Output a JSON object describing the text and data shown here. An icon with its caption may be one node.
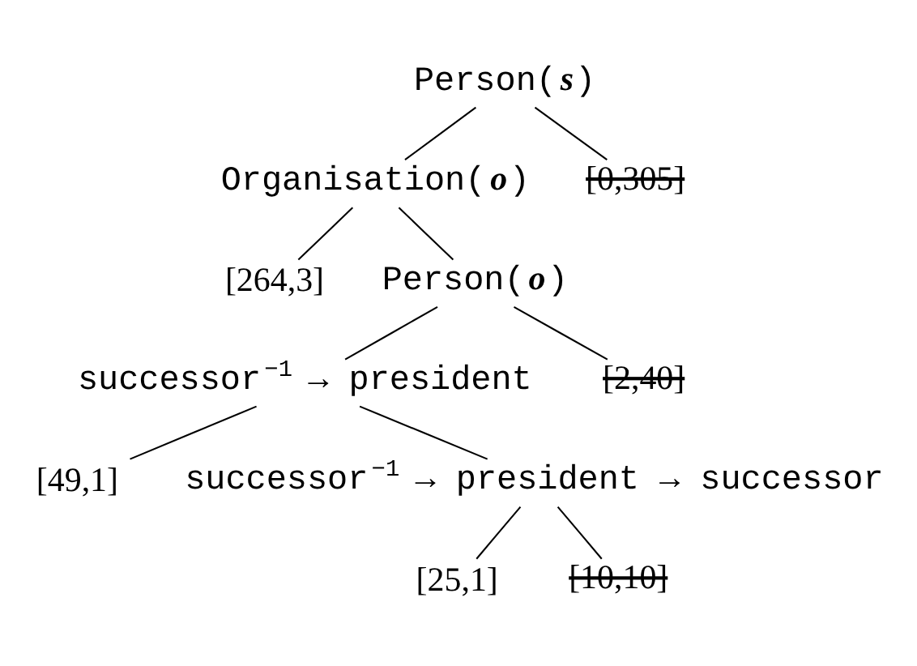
{
  "diagram": {
    "nodes": [
      {
        "text": [
          "Person(*s*)"
        ]
      },
      {
        "text": [
          "Organisation(*o*)"
        ]
      },
      {
        "text": [
          "[0,305]"
        ]
      },
      {
        "text": [
          "[264,3]"
        ]
      },
      {
        "text": [
          "Person(*o*)"
        ]
      },
      {
        "text": [
          "successor$^{−1}$ → president"
        ]
      },
      {
        "text": [
          "[2,40]"
        ]
      },
      {
        "text": [
          "[49,1]"
        ]
      },
      {
        "text": [
          "successor$^{−1}$ → president → successor"
        ]
      },
      {
        "text": [
          "[25,1]"
        ]
      },
      {
        "text": [
          "[10,10]"
        ]
      }
    ],
    "edges": [
      {
        "from": 0,
        "to": 1,
        "arrow": "none"
      },
      {
        "from": 0,
        "to": 2,
        "arrow": "none"
      },
      {
        "from": 1,
        "to": 3,
        "arrow": "none"
      },
      {
        "from": 1,
        "to": 4,
        "arrow": "none"
      },
      {
        "from": 4,
        "to": 5,
        "arrow": "none"
      },
      {
        "from": 4,
        "to": 6,
        "arrow": "none"
      },
      {
        "from": 5,
        "to": 7,
        "arrow": "none"
      },
      {
        "from": 5,
        "to": 8,
        "arrow": "none"
      },
      {
        "from": 8,
        "to": 9,
        "arrow": "none"
      },
      {
        "from": 8,
        "to": 10,
        "arrow": "none"
      }
    ]
  }
}
